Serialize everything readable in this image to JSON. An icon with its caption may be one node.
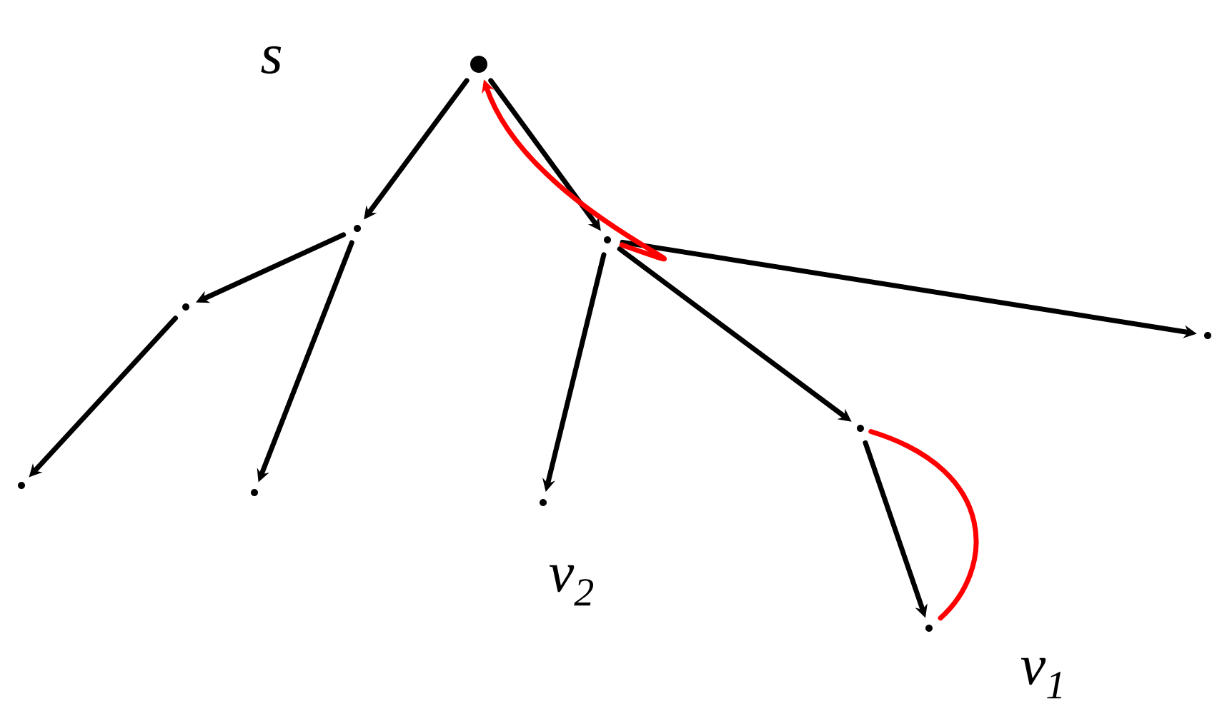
{
  "diagram": {
    "nodes": [
      {
        "text": [],
        "shape": "circle",
        "beside": [
          "s"
        ]
      },
      {
        "text": [],
        "shape": "circle"
      },
      {
        "text": [],
        "shape": "circle"
      },
      {
        "text": [],
        "shape": "circle"
      },
      {
        "text": [],
        "shape": "circle"
      },
      {
        "text": [],
        "shape": "circle"
      },
      {
        "text": [],
        "shape": "circle",
        "beside": [
          "v$_{2}$"
        ]
      },
      {
        "text": [],
        "shape": "circle"
      },
      {
        "text": [],
        "shape": "circle",
        "beside": [
          "v$_{1}$"
        ]
      },
      {
        "text": [],
        "shape": "circle"
      }
    ],
    "edges": [
      {
        "from": 0,
        "to": 1,
        "arrow": "to"
      },
      {
        "from": 0,
        "to": 2,
        "arrow": "to"
      },
      {
        "from": 1,
        "to": 3,
        "arrow": "to"
      },
      {
        "from": 1,
        "to": 4,
        "arrow": "to"
      },
      {
        "from": 3,
        "to": 5,
        "arrow": "to"
      },
      {
        "from": 2,
        "to": 6,
        "arrow": "to"
      },
      {
        "from": 2,
        "to": 7,
        "arrow": "to"
      },
      {
        "from": 2,
        "to": 9,
        "arrow": "to"
      },
      {
        "from": 7,
        "to": 8,
        "arrow": "to"
      },
      {
        "from": 2,
        "to": 0,
        "arrow": "to",
        "color": "#ff0000"
      },
      {
        "from": 8,
        "to": 7,
        "arrow": "none",
        "color": "#ff0000"
      }
    ]
  }
}
